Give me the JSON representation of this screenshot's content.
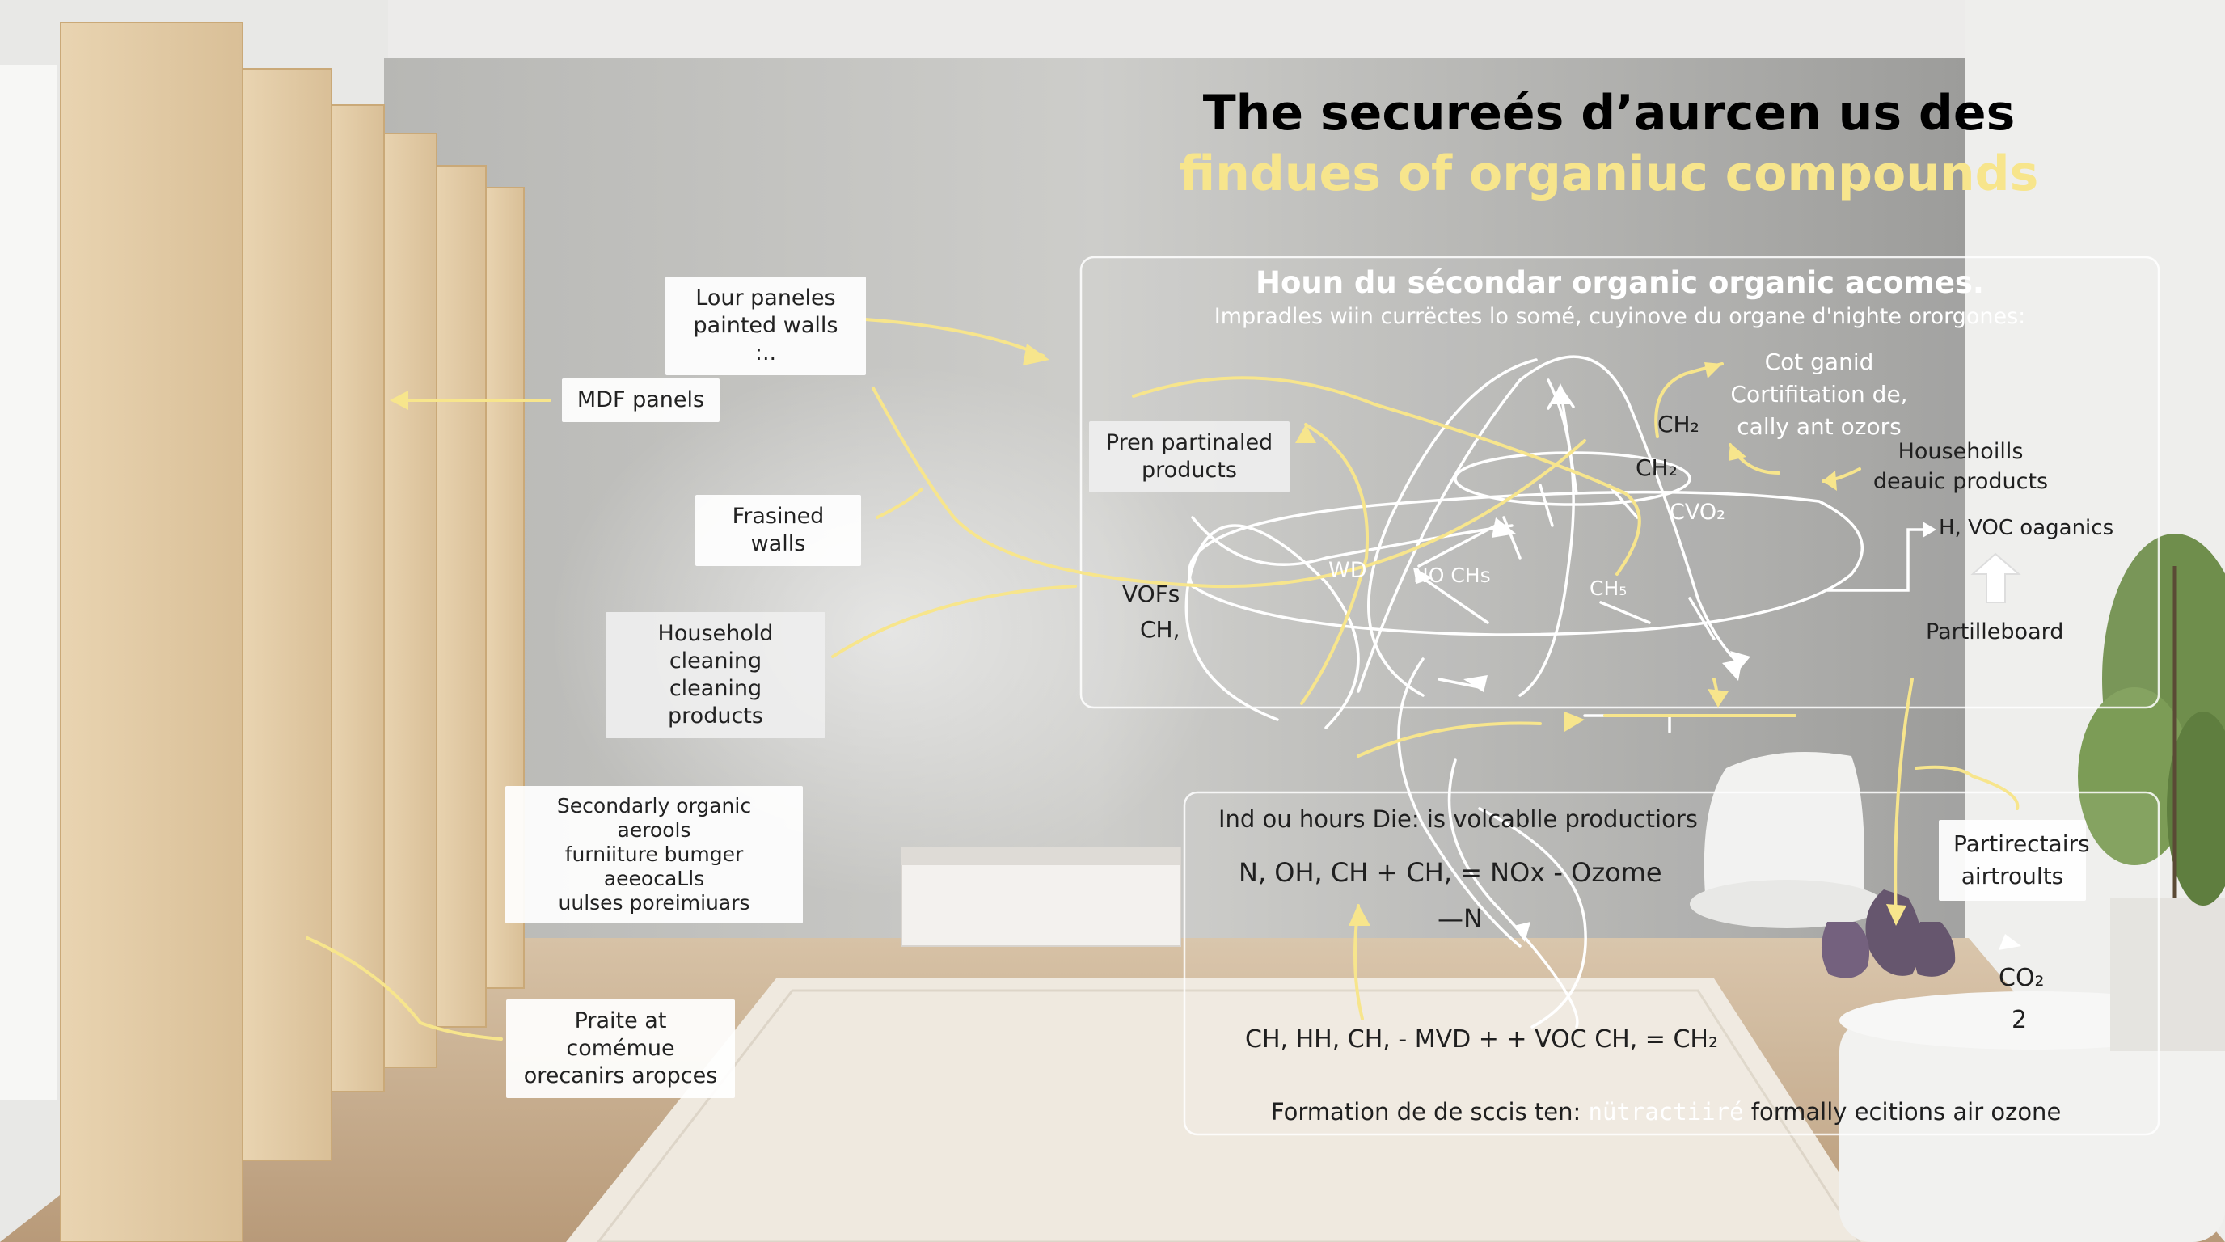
{
  "title": {
    "line1": "The secureés d’aurcen us des",
    "line2": "findues of organiuc compounds",
    "line1_color": "#ffffff",
    "line2_color": "#f7e58c"
  },
  "left_labels": {
    "lour_panels": [
      "Lour  paneles",
      "painted walls :.."
    ],
    "mdf_panels": "MDF panels",
    "frasined_walls": "Frasined walls",
    "household_cleaning": [
      "Household cleaning",
      "cleaning products"
    ],
    "secondary_aerosols": [
      "Secondarly organic aerools",
      "furniiture bumger aeeocaLls",
      "uulses poreimiuars"
    ],
    "praite": [
      "Praite at comémue",
      "orecanirs aropces"
    ]
  },
  "top_panel": {
    "heading": "Houn du sécondar organic organic acomes.",
    "subheading": "Impradles wiin currëctes lo somé, cuyinove du organe d'nighte ororgones:",
    "pren_box": [
      "Pren partinaled",
      "products"
    ],
    "cot_gaid": [
      "Cot ganid",
      "Cortifitation de,",
      "cally ant ozors"
    ],
    "households": [
      "Househoills",
      "deauic products"
    ],
    "ch2_a": "CH₂",
    "ch2_b": "CH₂",
    "cvo2": "CVO₂",
    "wd": "WD",
    "no_chs": "NO CHs",
    "chs": "CH₅",
    "vofs": "VOFs",
    "ch_left": "CH,",
    "h_voc": "H, VOC oaganics",
    "partileboard": "Partilleboard"
  },
  "bottom_panel": {
    "heading": "Ind ou hours Die: is volcablle productiors",
    "equation1": "N, OH,  CH + CH,  =  NOx -  Ozome",
    "equation1_n": "—N",
    "equation2": "CH, HH, CH, - MVD + +  VOC CH, = CH₂",
    "formation_prefix": "Formation de de sccis ten:",
    "formation_highlight": "nütractiiré",
    "formation_suffix": "formally ecitions air ozone",
    "partirectairs": [
      "Partirectairs",
      "airtroults"
    ],
    "co2": "CO₂",
    "co2_sub": "2"
  },
  "colors": {
    "arrow_yellow": "#f7e58c",
    "line_white": "#ffffff",
    "wall_grey": "#a7a7a5",
    "wood": "#e6cfaa"
  },
  "icons": {
    "up_arrow": "up-arrow-icon"
  }
}
